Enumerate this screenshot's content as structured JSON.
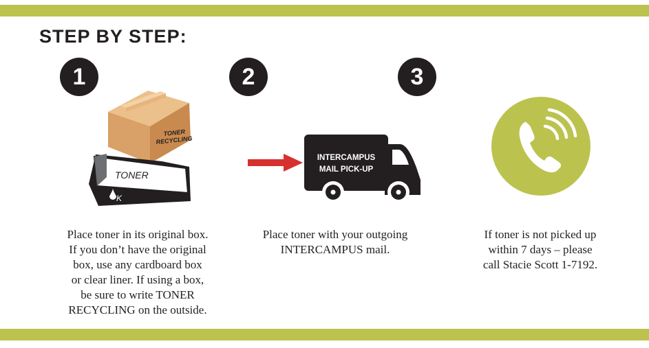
{
  "heading": "STEP BY STEP:",
  "colors": {
    "accent": "#bcc24e",
    "dark": "#231f20",
    "arrow": "#d7312f",
    "box": "#d9a067"
  },
  "steps": [
    {
      "number": "1",
      "icon": "toner-box-icon",
      "box_label": [
        "TONER",
        "RECYCLING"
      ],
      "cartridge_label": "TONER",
      "cartridge_mark": "K",
      "description": [
        "Place toner in its original box.",
        "If you don’t have the original",
        "box, use any cardboard box",
        "or clear liner. If using a box,",
        "be sure to write TONER",
        "RECYCLING on the outside."
      ]
    },
    {
      "number": "2",
      "icon": "delivery-truck-icon",
      "truck_label": [
        "INTERCAMPUS",
        "MAIL PICK-UP"
      ],
      "description": [
        "Place toner with your outgoing",
        "INTERCAMPUS mail."
      ]
    },
    {
      "number": "3",
      "icon": "phone-icon",
      "description": [
        "If toner is not picked up",
        "within 7 days – please",
        "call Stacie Scott 1-7192."
      ]
    }
  ]
}
